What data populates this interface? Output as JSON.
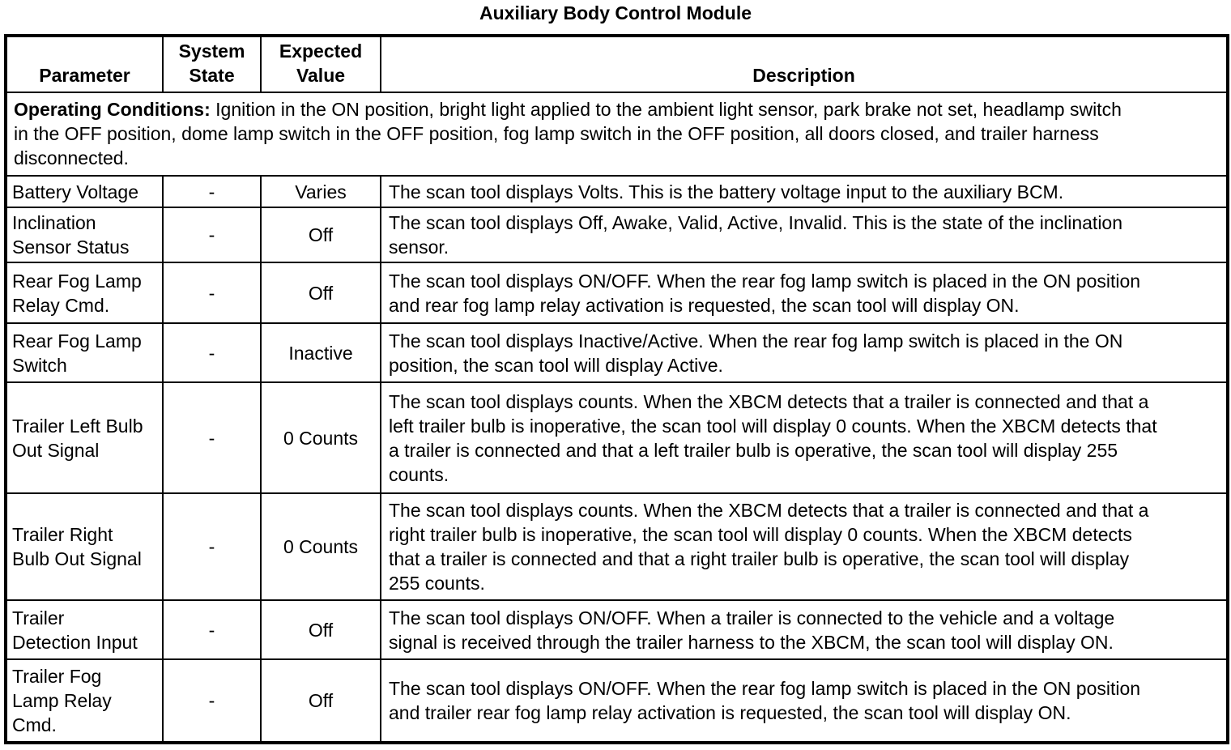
{
  "title": "Auxiliary Body Control Module",
  "table": {
    "headers": {
      "parameter": "Parameter",
      "system_state": "System State",
      "expected_value": "Expected Value",
      "description": "Description"
    },
    "operating_conditions": {
      "label": "Operating Conditions:",
      "text": " Ignition in the ON position, bright light applied to the ambient light sensor, park brake not set, headlamp switch\nin the OFF position, dome lamp switch in the OFF position, fog lamp switch in the OFF position, all doors closed, and trailer harness\ndisconnected."
    },
    "rows": [
      {
        "parameter": "Battery Voltage",
        "system_state": "-",
        "expected_value": "Varies",
        "description": "The scan tool displays Volts. This is the battery voltage input to the auxiliary BCM."
      },
      {
        "parameter": "Inclination\nSensor Status",
        "system_state": "-",
        "expected_value": "Off",
        "description": "The scan tool displays Off, Awake, Valid, Active, Invalid. This is the state of the inclination\nsensor."
      },
      {
        "parameter": "Rear Fog Lamp\nRelay Cmd.",
        "system_state": "-",
        "expected_value": "Off",
        "description": "The scan tool displays ON/OFF. When the rear fog lamp switch is placed in the ON position\nand rear fog lamp relay activation is requested, the scan tool will display ON."
      },
      {
        "parameter": "Rear Fog Lamp\nSwitch",
        "system_state": "-",
        "expected_value": "Inactive",
        "description": "The scan tool displays Inactive/Active. When the rear fog lamp switch is placed in the ON\nposition, the scan tool will display Active."
      },
      {
        "parameter": "Trailer Left Bulb\nOut Signal",
        "system_state": "-",
        "expected_value": "0 Counts",
        "description": "The scan tool displays counts. When the XBCM detects that a trailer is connected and that a\nleft trailer bulb is inoperative, the scan tool will display 0 counts. When the XBCM detects that\na trailer is connected and that a left trailer bulb is operative, the scan tool will display 255\ncounts."
      },
      {
        "parameter": "Trailer Right\nBulb Out Signal",
        "system_state": "-",
        "expected_value": "0 Counts",
        "description": "The scan tool displays counts. When the XBCM detects that a trailer is connected and that a\nright trailer bulb is inoperative, the scan tool will display 0 counts. When the XBCM detects\nthat a trailer is connected and that a right trailer bulb is operative, the scan tool will display\n255 counts."
      },
      {
        "parameter": "Trailer\nDetection Input",
        "system_state": "-",
        "expected_value": "Off",
        "description": "The scan tool displays ON/OFF. When a trailer is connected to the vehicle and a voltage\nsignal is received through the trailer harness to the XBCM, the scan tool will display ON."
      },
      {
        "parameter": "Trailer Fog\nLamp Relay\nCmd.",
        "system_state": "-",
        "expected_value": "Off",
        "description": "The scan tool displays ON/OFF. When the rear fog lamp switch is placed in the ON position\nand trailer rear fog lamp relay activation is requested, the scan tool will display ON."
      }
    ]
  }
}
